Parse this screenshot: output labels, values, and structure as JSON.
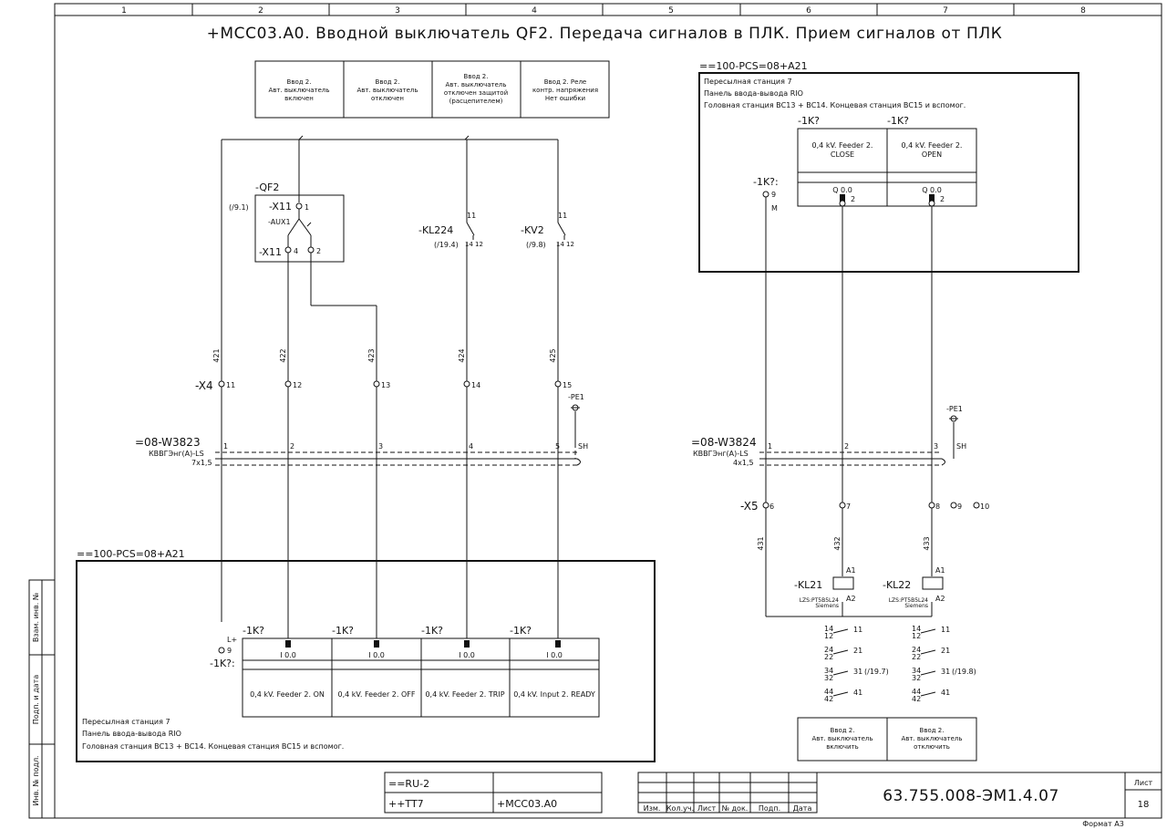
{
  "title": "+MCC03.A0. Вводной выключатель QF2. Передача сигналов в ПЛК. Прием сигналов от ПЛК",
  "zones": [
    "1",
    "2",
    "3",
    "4",
    "5",
    "6",
    "7",
    "8"
  ],
  "side_stamp": [
    "Взам. инв. №",
    "Подп. и дата",
    "Инв. № подл."
  ],
  "top_left_boxes": [
    {
      "lines": [
        "Ввод 2.",
        "Авт. выключатель",
        "включен"
      ]
    },
    {
      "lines": [
        "Ввод 2.",
        "Авт. выключатель",
        "отключен"
      ]
    },
    {
      "lines": [
        "Ввод 2.",
        "Авт. выключатель",
        "отключен защитой",
        "(расцепителем)"
      ]
    },
    {
      "lines": [
        "Ввод 2. Реле",
        "контр. напряжения",
        "Нет ошибки"
      ]
    }
  ],
  "qf2": {
    "name": "-QF2",
    "x11_top": "-X11",
    "pin1": "1",
    "aux": "-AUX1",
    "ref": "(/9.1)",
    "x11_bot": "-X11",
    "pin4": "4",
    "pin2": "2"
  },
  "kl224": {
    "name": "-KL224",
    "ref": "(/19.4)",
    "p11": "11",
    "p14": "14",
    "p12": "12"
  },
  "kv2": {
    "name": "-KV2",
    "ref": "(/9.8)",
    "p11": "11",
    "p14": "14",
    "p12": "12"
  },
  "wires_left": [
    "421",
    "422",
    "423",
    "424",
    "425"
  ],
  "x4": {
    "name": "-X4",
    "terms": [
      "11",
      "12",
      "13",
      "14",
      "15"
    ]
  },
  "pe1_left": "-PE1",
  "cable_left": {
    "name": "=08-W3823",
    "type": "КВВГЭнг(A)-LS",
    "size": "7х1,5",
    "cores": [
      "1",
      "2",
      "3",
      "4",
      "5"
    ],
    "sh": "SH"
  },
  "plc_left": {
    "header": "==100-PCS=08+A21",
    "footer": [
      "Пересылная станция 7",
      "Панель ввода-вывода RIO",
      "Головная станция ВС13 + ВС14. Концевая станция ВС15 и вспомог."
    ],
    "lplus": "L+",
    "pin9": "9",
    "tag": "-1K?:",
    "modules": [
      {
        "tag": "-1K?",
        "addr": "I 0.0",
        "desc": "0,4 kV. Feeder 2. ON"
      },
      {
        "tag": "-1K?",
        "addr": "I 0.0",
        "desc": "0,4 kV. Feeder 2. OFF"
      },
      {
        "tag": "-1K?",
        "addr": "I 0.0",
        "desc": "0,4 kV. Feeder 2. TRIP"
      },
      {
        "tag": "-1K?",
        "addr": "I 0.0",
        "desc": "0,4 kV. Input 2. READY"
      }
    ]
  },
  "plc_right": {
    "header": "==100-PCS=08+A21",
    "info": [
      "Пересылная станция 7",
      "Панель ввода-вывода RIO",
      "Головная станция ВС13 + ВС14. Концевая станция ВС15 и вспомог."
    ],
    "tag": "-1K?:",
    "pin9": "9",
    "m": "M",
    "modules": [
      {
        "tag": "-1K?",
        "desc1": "0,4 kV. Feeder 2.",
        "desc2": "CLOSE",
        "addr": "Q 0.0",
        "pin": "2"
      },
      {
        "tag": "-1K?",
        "desc1": "0,4 kV. Feeder 2.",
        "desc2": "OPEN",
        "addr": "Q 0.0",
        "pin": "2"
      }
    ]
  },
  "cable_right": {
    "name": "=08-W3824",
    "type": "КВВГЭнг(A)-LS",
    "size": "4х1,5",
    "cores": [
      "1",
      "2",
      "3"
    ],
    "sh": "SH"
  },
  "pe1_right": "-PE1",
  "x5": {
    "name": "-X5",
    "terms": [
      "6",
      "7",
      "8",
      "9",
      "10"
    ]
  },
  "wires_right": [
    "431",
    "432",
    "433"
  ],
  "relays": [
    {
      "name": "-KL21",
      "a1": "A1",
      "a2": "A2",
      "type": "LZS:PT5B5L24",
      "maker": "Siemens"
    },
    {
      "name": "-KL22",
      "a1": "A1",
      "a2": "A2",
      "type": "LZS:PT5B5L24",
      "maker": "Siemens"
    }
  ],
  "contacts": [
    [
      {
        "a": "14",
        "b": "12",
        "c": "11",
        "ref": ""
      },
      {
        "a": "24",
        "b": "22",
        "c": "21",
        "ref": ""
      },
      {
        "a": "34",
        "b": "32",
        "c": "31",
        "ref": "(/19.7)"
      },
      {
        "a": "44",
        "b": "42",
        "c": "41",
        "ref": ""
      }
    ],
    [
      {
        "a": "14",
        "b": "12",
        "c": "11",
        "ref": ""
      },
      {
        "a": "24",
        "b": "22",
        "c": "21",
        "ref": ""
      },
      {
        "a": "34",
        "b": "32",
        "c": "31",
        "ref": "(/19.8)"
      },
      {
        "a": "44",
        "b": "42",
        "c": "41",
        "ref": ""
      }
    ]
  ],
  "bottom_right_boxes": [
    {
      "lines": [
        "Ввод 2.",
        "Авт. выключатель",
        "включить"
      ]
    },
    {
      "lines": [
        "Ввод 2.",
        "Авт. выключатель",
        "отключить"
      ]
    }
  ],
  "titleblock": {
    "loc1": "==RU-2",
    "loc2": "++TT7",
    "loc3": "+MCC03.A0",
    "cols": [
      "Изм.",
      "Кол.уч.",
      "Лист",
      "№ док.",
      "Подп.",
      "Дата"
    ],
    "doc": "63.755.008-ЭМ1.4.07",
    "sheet_label": "Лист",
    "sheet_no": "18",
    "format": "Формат А3"
  }
}
